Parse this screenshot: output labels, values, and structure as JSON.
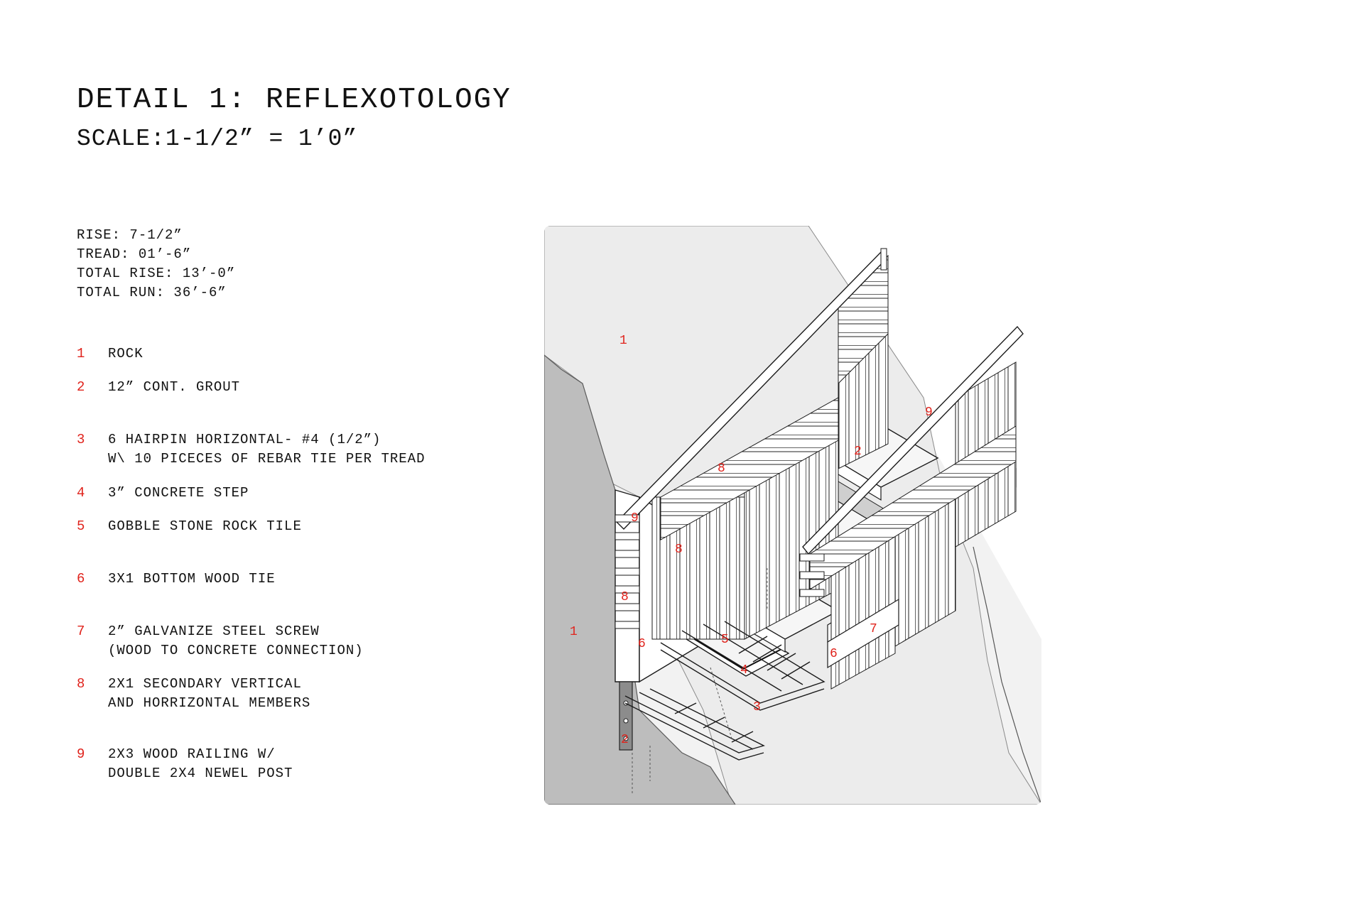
{
  "title": "DETAIL 1: REFLEXOTOLOGY",
  "scale": "SCALE:1-1/2” = 1’0”",
  "specs": [
    "RISE: 7-1/2”",
    "TREAD: 01’-6”",
    "TOTAL RISE: 13’-0”",
    "TOTAL RUN: 36’-6”"
  ],
  "legend": [
    {
      "num": "1",
      "lines": [
        "ROCK"
      ]
    },
    {
      "num": "2",
      "lines": [
        "12” CONT. GROUT"
      ]
    },
    {
      "num": "3",
      "lines": [
        "6 HAIRPIN HORIZONTAL- #4 (1/2”)",
        "W\\ 10 PICECES OF REBAR TIE PER TREAD"
      ]
    },
    {
      "num": "4",
      "lines": [
        "3” CONCRETE STEP"
      ]
    },
    {
      "num": "5",
      "lines": [
        "GOBBLE STONE ROCK TILE"
      ]
    },
    {
      "num": "6",
      "lines": [
        "3X1 BOTTOM WOOD TIE"
      ]
    },
    {
      "num": "7",
      "lines": [
        "2” GALVANIZE STEEL SCREW",
        "(WOOD TO CONCRETE CONNECTION)"
      ]
    },
    {
      "num": "8",
      "lines": [
        "2X1 SECONDARY VERTICAL",
        "AND HORRIZONTAL MEMBERS"
      ]
    },
    {
      "num": "9",
      "lines": [
        "2X3 WOOD RAILING W/",
        "DOUBLE 2X4 NEWEL POST"
      ]
    }
  ],
  "callouts": [
    "1",
    "1",
    "2",
    "2",
    "3",
    "4",
    "5",
    "6",
    "6",
    "7",
    "8",
    "8",
    "8",
    "9",
    "9"
  ],
  "colors": {
    "annotation": "#e0231c",
    "rock_face": "#bdbdbd",
    "rock_top": "#ececec",
    "background_rock": "#f2f2f2",
    "line": "#1a1a1a"
  }
}
